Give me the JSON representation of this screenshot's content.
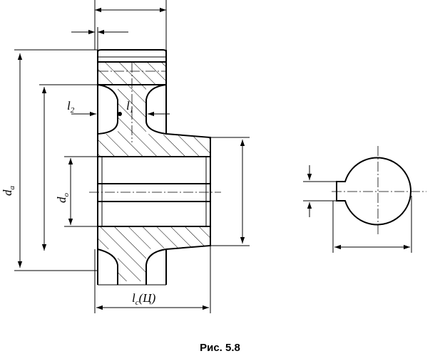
{
  "labels": {
    "da": {
      "main": "d",
      "sub": "a"
    },
    "d0": {
      "main": "d",
      "sub": "o"
    },
    "l1": {
      "main": "l",
      "sub": "1"
    },
    "l2": {
      "main": "l",
      "sub": "2"
    },
    "lc": {
      "main": "l",
      "sub": "c",
      "suffix": "(Ц)"
    }
  },
  "caption": "Рис.  5.8"
}
